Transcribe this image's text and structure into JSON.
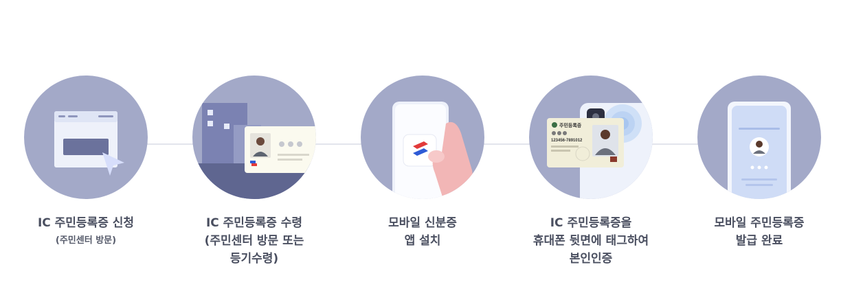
{
  "steps": [
    {
      "lines": [
        "IC 주민등록증 신청"
      ],
      "sub": "(주민센터 방문)"
    },
    {
      "lines": [
        "IC 주민등록증 수령",
        "(주민센터 방문 또는",
        "등기수령)"
      ]
    },
    {
      "lines": [
        "모바일 신분증",
        "앱 설치"
      ]
    },
    {
      "lines": [
        "IC 주민등록증을",
        "휴대폰 뒷면에 태그하여",
        "본인인증"
      ]
    },
    {
      "lines": [
        "모바일 주민등록증",
        "발급 완료"
      ]
    }
  ],
  "card": {
    "title": "주민등록증",
    "number": "123456-7891012"
  },
  "colors": {
    "circle_bg": "#a3a9c8",
    "caption": "#4a4f60",
    "connector": "#e3e5ec"
  }
}
